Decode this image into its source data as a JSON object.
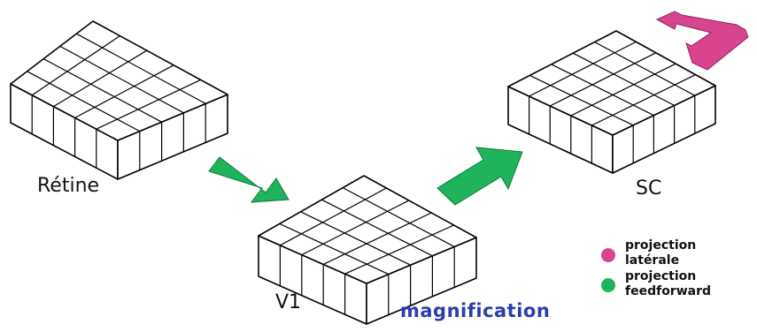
{
  "labels": {
    "retina": "Rétine",
    "v1": "V1",
    "sc": "SC",
    "magnification": "magnification"
  },
  "legend": {
    "lateral": {
      "line1": "projection",
      "line2": "latérale"
    },
    "feedforward": {
      "line1": "projection",
      "line2": "feedforward"
    }
  },
  "grid": {
    "rows": 5,
    "cols": 5
  },
  "colors": {
    "lateral_projection": "#d9448f",
    "feedforward_projection": "#1fb35c",
    "magnification_text": "#2a3fa8",
    "block_stroke": "#000000",
    "block_fill": "#ffffff"
  },
  "icons": {
    "feedforward_arrow": "arrow-icon",
    "lateral_arrow": "u-turn-arrow-icon"
  }
}
